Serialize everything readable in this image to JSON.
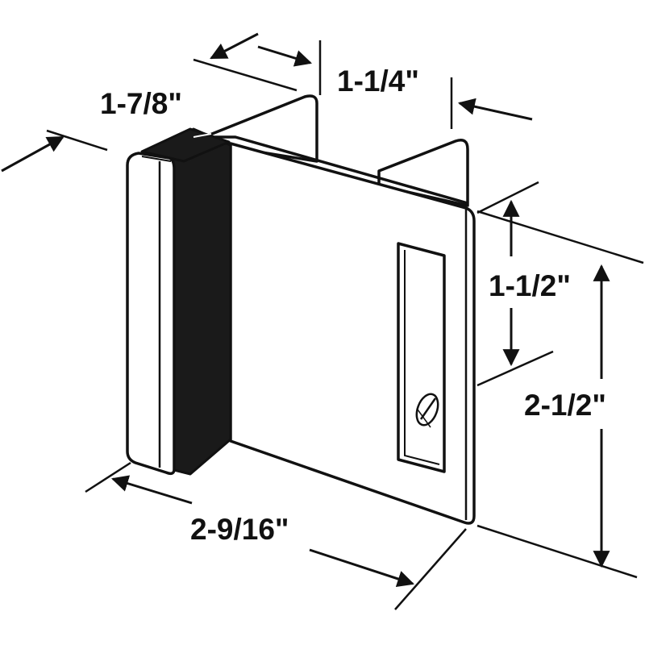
{
  "dimensions": {
    "width_side": "1-7/8\"",
    "flange_depth": "1-1/4\"",
    "slot_height": "1-1/2\"",
    "plate_height": "2-1/2\"",
    "plate_width": "2-9/16\""
  },
  "colors": {
    "ink": "#111111",
    "fill": "#ffffff",
    "dark": "#1a1a1a"
  }
}
